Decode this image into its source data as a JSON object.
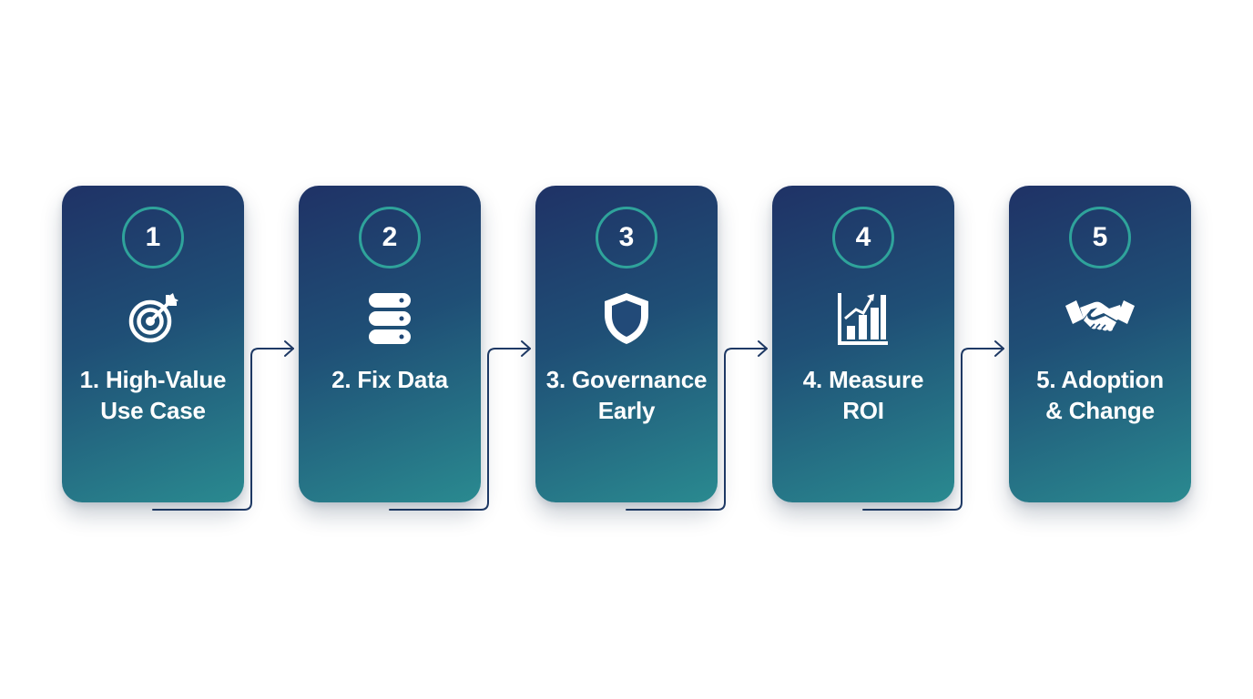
{
  "diagram": {
    "steps": [
      {
        "number": "1",
        "label_line1": "1. High-Value",
        "label_line2": "Use Case",
        "icon": "target-icon"
      },
      {
        "number": "2",
        "label_line1": "2. Fix Data",
        "label_line2": "",
        "icon": "database-icon"
      },
      {
        "number": "3",
        "label_line1": "3. Governance",
        "label_line2": "Early",
        "icon": "shield-icon"
      },
      {
        "number": "4",
        "label_line1": "4. Measure",
        "label_line2": "ROI",
        "icon": "bar-chart-icon"
      },
      {
        "number": "5",
        "label_line1": "5. Adoption",
        "label_line2": "& Change",
        "icon": "handshake-icon"
      }
    ],
    "colors": {
      "card_top": "#1f3266",
      "card_bottom": "#2a8a90",
      "circle_ring": "#2fa39b",
      "connector": "#1f3a66"
    }
  }
}
